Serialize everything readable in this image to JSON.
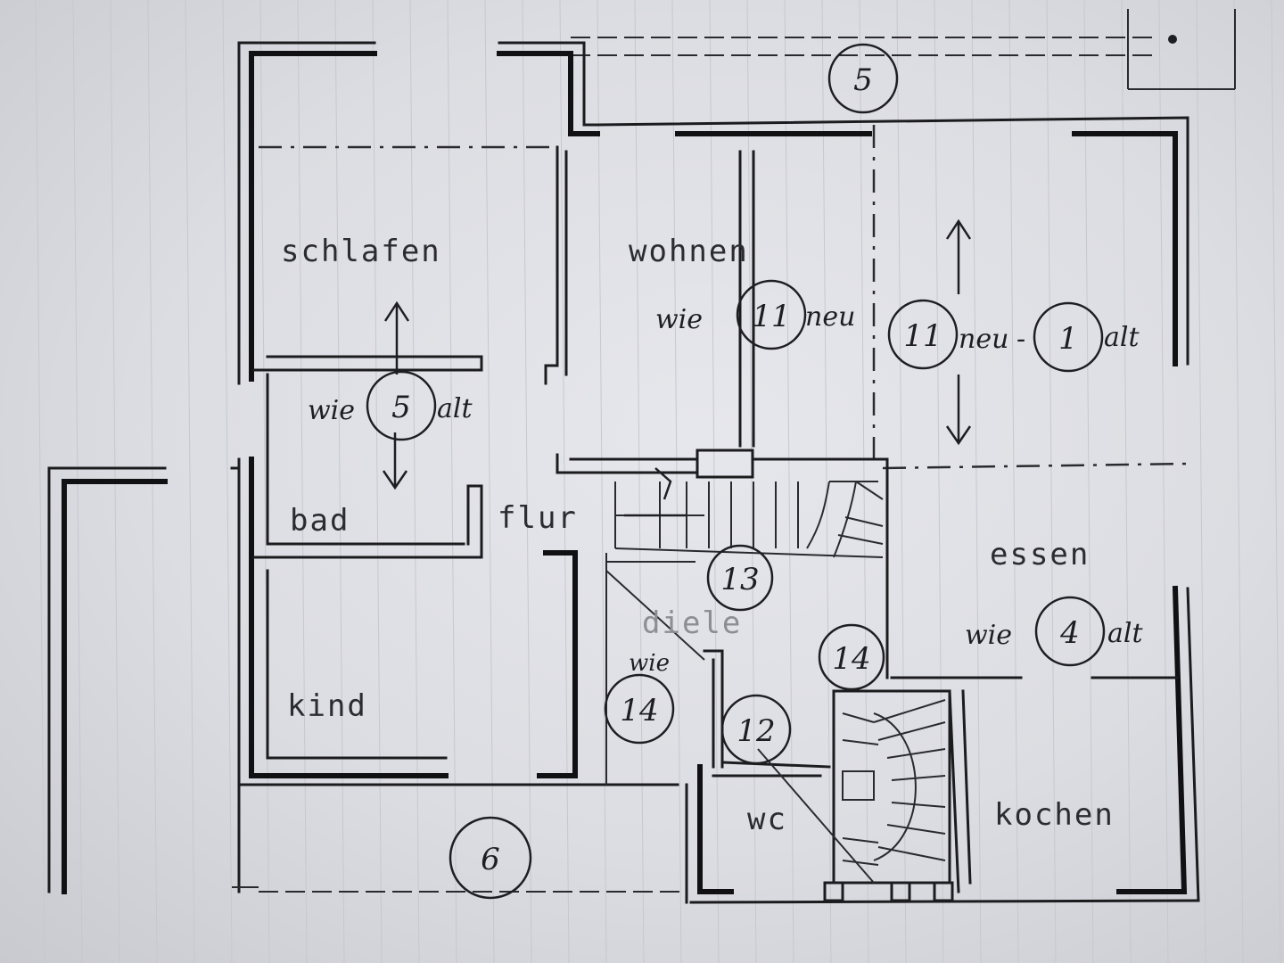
{
  "rooms": {
    "schlafen": "schlafen",
    "wohnen": "wohnen",
    "bad": "bad",
    "flur": "flur",
    "diele": "diele",
    "kind": "kind",
    "essen": "essen",
    "wc": "wc",
    "kochen": "kochen"
  },
  "notes": {
    "wie": "wie",
    "neu": "neu",
    "alt": "alt",
    "dash": "-"
  },
  "markers": {
    "m5_top": "5",
    "m11_wohnen": "11",
    "m11_right": "11",
    "m1": "1",
    "m5_bad": "5",
    "m13": "13",
    "m4": "4",
    "m14_diele": "14",
    "m14_stair": "14",
    "m12": "12",
    "m6": "6"
  },
  "colors": {
    "paper": "#e2e3e8",
    "ink": "#1c1c1f"
  }
}
